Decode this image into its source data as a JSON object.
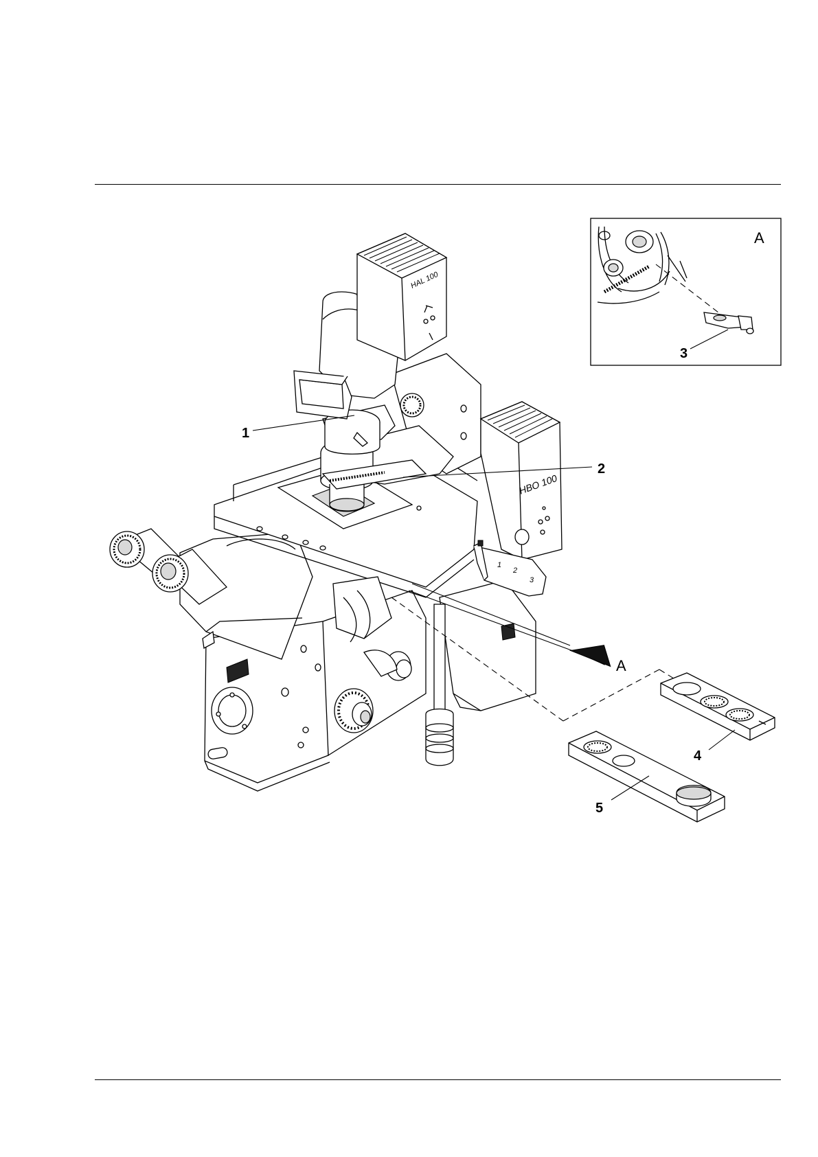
{
  "figure": {
    "callouts": {
      "c1": "1",
      "c2": "2",
      "c3": "3",
      "c4": "4",
      "c5": "5"
    },
    "detail_view_label": "A",
    "view_arrow_label": "A",
    "lamp_labels": {
      "hal": "HAL 100",
      "hbo": "HBO 100"
    },
    "slider_positions": [
      "1",
      "2",
      "3"
    ]
  }
}
